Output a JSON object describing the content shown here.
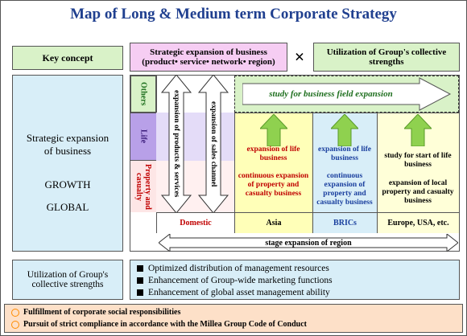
{
  "title": "Map of Long & Medium term Corporate Strategy",
  "key_concept": "Key concept",
  "strategic_expansion": {
    "line1": "Strategic expansion of business",
    "line2": "(product• service• network• region)"
  },
  "times_symbol": "×",
  "utilization": {
    "line1": "Utilization of Group's collective",
    "line2": "strengths"
  },
  "left_panel": {
    "line1": "Strategic expansion",
    "line2": "of business",
    "growth": "GROWTH",
    "global": "GLOBAL"
  },
  "rows": {
    "others": "Others",
    "life": "Life",
    "property": "Property and casualty"
  },
  "arrows": {
    "products": "expansion of products & services",
    "sales": "expansion of sales channel",
    "study": "study for business field expansion",
    "stage": "stage expansion of region"
  },
  "cells": {
    "asia_life": "expansion of life business",
    "asia_pc": "continuous expansion of property and casualty business",
    "brics_life": "expansion of life business",
    "brics_pc": "continuous expansion of property and casualty business",
    "eu_life": "study for start of life business",
    "eu_pc": "expansion of local property and casualty business"
  },
  "regions": {
    "domestic": "Domestic",
    "asia": "Asia",
    "brics": "BRICs",
    "europe": "Europe, USA, etc."
  },
  "utilization_panel": {
    "line1": "Utilization of Group's",
    "line2": "collective strengths"
  },
  "util_items": [
    "Optimized distribution of management resources",
    "Enhancement of Group-wide marketing functions",
    "Enhancement of global asset management ability"
  ],
  "footer_items": [
    "Fulfillment of corporate social responsibilities",
    "Pursuit of strict compliance in accordance with the Millea Group Code of Conduct"
  ],
  "colors": {
    "title": "#1f3f8f",
    "green_bg": "#d9f2c8",
    "blue_bg": "#d8eef8",
    "pink_bg": "#f6cdf3",
    "purple": "#b8a0e8",
    "yellow": "#ffffb8",
    "arrow_green": "#8fd14f"
  }
}
